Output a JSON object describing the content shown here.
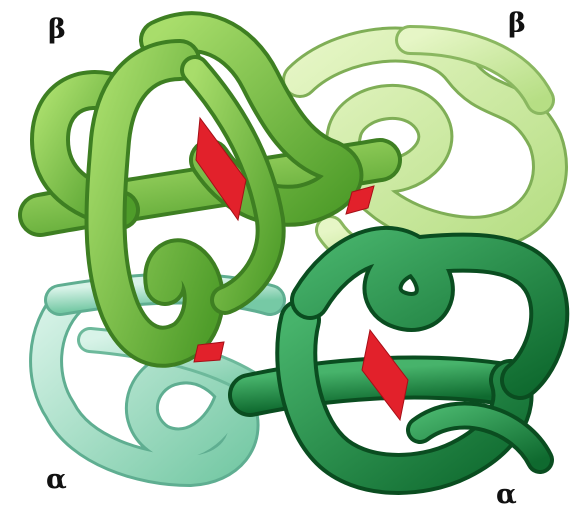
{
  "labels": {
    "beta_top_left": "β",
    "beta_top_right": "β",
    "alpha_bottom_left": "α",
    "alpha_bottom_right": "α"
  },
  "colors": {
    "beta_1": "#6fbf3a",
    "beta_2": "#c6e79a",
    "alpha_1": "#8fd3b8",
    "alpha_2": "#1f8a3e",
    "heme": "#e2212b"
  }
}
